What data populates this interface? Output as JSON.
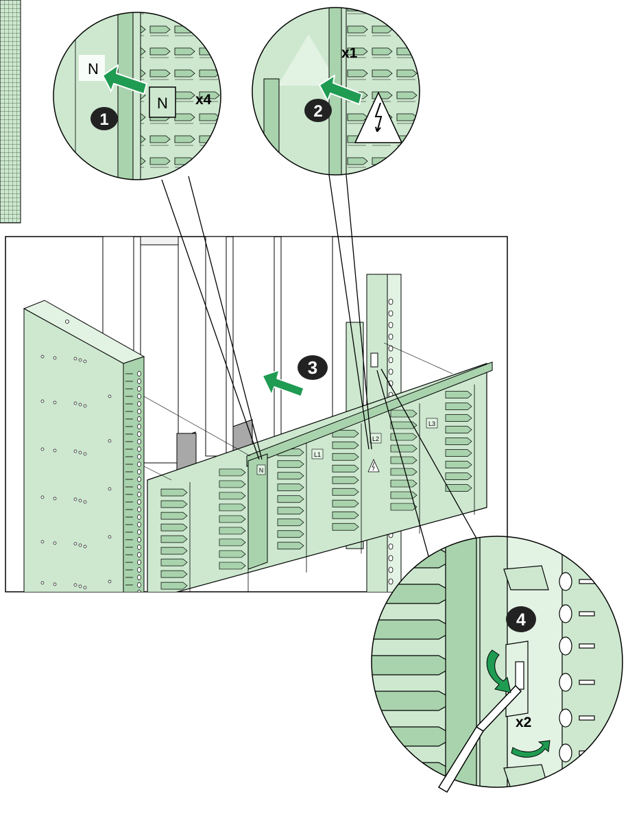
{
  "colors": {
    "panel_green": "#cde8cf",
    "panel_green_dark": "#a9d3ad",
    "panel_green_light": "#e2f2e3",
    "arrow_green": "#1f9b52",
    "outline": "#000000",
    "grey_block": "#a8a8a8"
  },
  "steps": [
    {
      "number": "1",
      "multiplier": "x4",
      "label_marker": "N",
      "label_target": "N"
    },
    {
      "number": "2",
      "multiplier": "x1",
      "symbol": "warning-lightning"
    },
    {
      "number": "3"
    },
    {
      "number": "4",
      "multiplier": "x2"
    }
  ],
  "main_view": {
    "phase_labels": [
      "N",
      "L1",
      "L2",
      "L3"
    ]
  },
  "icons": [
    "push-arrow-icon",
    "warning-lightning-icon",
    "rotate-arrow-icon",
    "screwdriver-icon"
  ]
}
